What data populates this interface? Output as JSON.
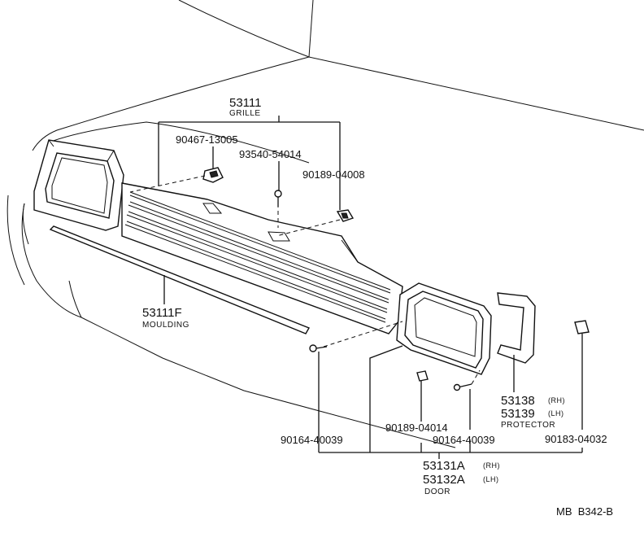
{
  "parts": {
    "grille": {
      "number": "53111",
      "name": "GRILLE"
    },
    "clip_90467": {
      "number": "90467-13005"
    },
    "screw_93540": {
      "number": "93540-54014"
    },
    "nut_90189_top": {
      "number": "90189-04008"
    },
    "moulding": {
      "number": "53111F",
      "name": "MOULDING"
    },
    "protector": {
      "number_rh": "53138",
      "tag_rh": "(RH)",
      "number_lh": "53139",
      "tag_lh": "(LH)",
      "name": "PROTECTOR"
    },
    "nut_90183": {
      "number": "90183-04032"
    },
    "nut_90189_bottom": {
      "number": "90189-04014"
    },
    "screw_90164_left": {
      "number": "90164-40039"
    },
    "screw_90164_right": {
      "number": "90164-40039"
    },
    "door": {
      "number_rh": "53131A",
      "tag_rh": "(RH)",
      "number_lh": "53132A",
      "tag_lh": "(LH)",
      "name": "DOOR"
    }
  },
  "diagram_code": "MB  B342-B"
}
